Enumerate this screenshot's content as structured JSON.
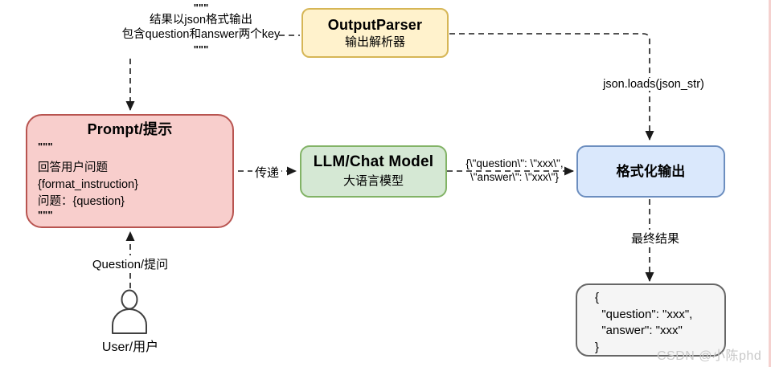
{
  "top_note": {
    "quote_open": "\"\"\"",
    "line1": "结果以json格式输出",
    "line2": "包含question和answer两个key",
    "quote_close": "\"\"\""
  },
  "nodes": {
    "output_parser": {
      "title": "OutputParser",
      "subtitle": "输出解析器",
      "fill": "#fff2cc",
      "stroke": "#d6b656"
    },
    "prompt": {
      "title": "Prompt/提示",
      "body": [
        "\"\"\"",
        "回答用户问题",
        "{format_instruction}",
        "问题：{question}",
        "\"\"\""
      ],
      "fill": "#f8cecc",
      "stroke": "#b85450"
    },
    "llm": {
      "title": "LLM/Chat Model",
      "subtitle": "大语言模型",
      "fill": "#d5e8d4",
      "stroke": "#82b366"
    },
    "formatted_output": {
      "title": "格式化输出",
      "fill": "#dae8fc",
      "stroke": "#6c8ebf"
    },
    "result_json": {
      "lines": [
        "{",
        "  \"question\": \"xxx\",",
        "  \"answer\": \"xxx\"",
        "}"
      ],
      "fill": "#f5f5f5",
      "stroke": "#666666"
    }
  },
  "edges": {
    "pass_label": "传递",
    "json_loads_label": "json.loads(json_str)",
    "llm_output": {
      "line1": "{\\\"question\\\": \\\"xxx\\\",",
      "line2": "\\\"answer\\\": \\\"xxx\\\"}"
    },
    "final_result_label": "最终结果",
    "question_label": "Question/提问"
  },
  "user": {
    "label": "User/用户"
  },
  "watermark": "CSDN @小陈phd",
  "colors": {
    "connector": "#1a1a1a",
    "watermark": "#c9c9c9"
  }
}
